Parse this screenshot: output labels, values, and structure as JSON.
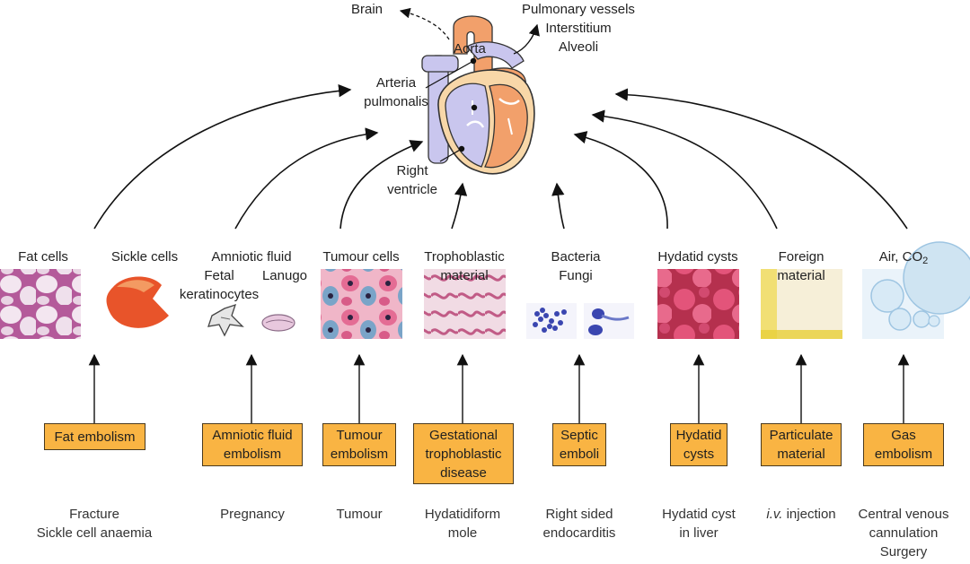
{
  "heart": {
    "brain": "Brain",
    "lung_line1": "Pulmonary vessels",
    "lung_line2": "Interstitium",
    "lung_line3": "Alveoli",
    "aorta": "Aorta",
    "arteria_line1": "Arteria",
    "arteria_line2": "pulmonalis",
    "right_line1": "Right",
    "right_line2": "ventricle"
  },
  "materials": {
    "fat": "Fat cells",
    "sickle": "Sickle cells",
    "amniotic": "Amniotic fluid",
    "fetal_line1": "Fetal",
    "fetal_line2": "keratinocytes",
    "lanugo": "Lanugo",
    "tumour": "Tumour cells",
    "tropho_line1": "Trophoblastic",
    "tropho_line2": "material",
    "bacteria_line1": "Bacteria",
    "bacteria_line2": "Fungi",
    "hydatid": "Hydatid cysts",
    "foreign_line1": "Foreign",
    "foreign_line2": "material",
    "air": "Air, CO",
    "air_sub": "2"
  },
  "embolism_types": {
    "fat": [
      "Fat embolism"
    ],
    "amniotic": [
      "Amniotic fluid",
      "embolism"
    ],
    "tumour": [
      "Tumour",
      "embolism"
    ],
    "gestational": [
      "Gestational",
      "trophoblastic",
      "disease"
    ],
    "septic": [
      "Septic",
      "emboli"
    ],
    "hydatid": [
      "Hydatid",
      "cysts"
    ],
    "particulate": [
      "Particulate",
      "material"
    ],
    "gas": [
      "Gas",
      "embolism"
    ]
  },
  "origins": {
    "fat": [
      "Fracture",
      "Sickle cell anaemia"
    ],
    "amniotic": [
      "Pregnancy"
    ],
    "tumour": [
      "Tumour"
    ],
    "gestational": [
      "Hydatidiform",
      "mole"
    ],
    "septic": [
      "Right sided",
      "endocarditis"
    ],
    "hydatid": [
      "Hydatid cyst",
      "in liver"
    ],
    "particulate_italic": "i.v.",
    "particulate_rest": " injection",
    "gas": [
      "Central venous",
      "cannulation",
      "Surgery"
    ]
  },
  "colors": {
    "box_fill": "#f9b443",
    "heart_orange": "#f2a06b",
    "heart_lavender": "#c9c6ee",
    "arrow": "#111111"
  }
}
